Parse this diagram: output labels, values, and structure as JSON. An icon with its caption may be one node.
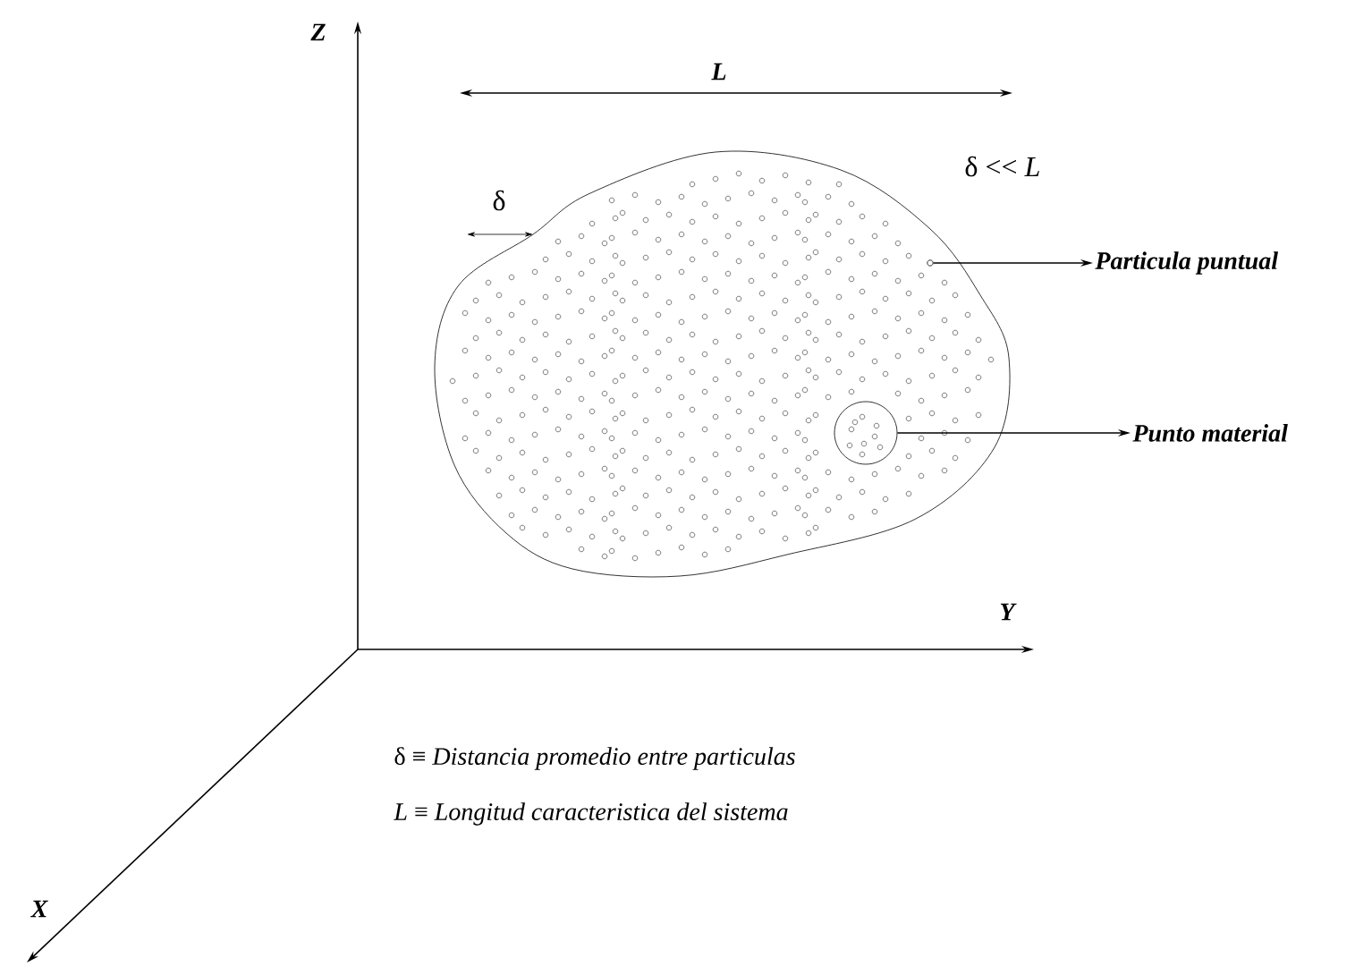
{
  "diagram": {
    "nodes": [
      {
        "text": [
          "Particula puntual"
        ]
      },
      {
        "text": [
          "Punto material"
        ]
      },
      {
        "text": [],
        "shape": "circle"
      },
      {
        "text": [],
        "shape": "circle"
      }
    ],
    "edges": [
      {
        "from": 2,
        "to": 0,
        "arrow": "to"
      },
      {
        "from": 3,
        "to": 1,
        "arrow": "to"
      }
    ],
    "labels": [
      "Z",
      "L",
      "δ",
      "δ << *L*",
      "Y",
      "δ ≡ *Distancia promedio entre particulas*",
      "*L* ≡ *Longitud caracteristica del sistema*",
      "X"
    ]
  }
}
